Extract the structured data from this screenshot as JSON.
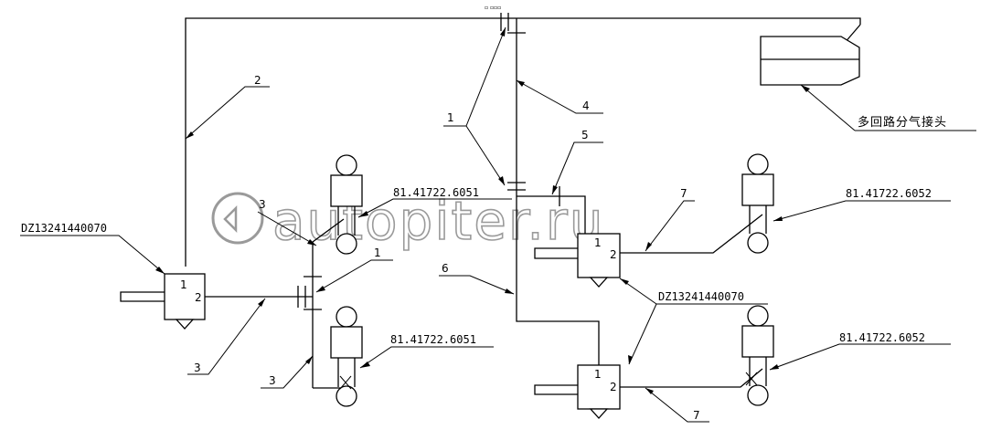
{
  "watermark": "autopiter.ru",
  "manifold_label": "多回路分气接头",
  "top_marks": "▫ ▫▫▫",
  "valves": {
    "left": {
      "code": "DZ13241440070",
      "port1": "1",
      "port2": "2"
    },
    "right_top": {
      "port1": "1",
      "port2": "2"
    },
    "right_bottom": {
      "code": "DZ13241440070",
      "port1": "1",
      "port2": "2"
    }
  },
  "chambers": {
    "left_top": {
      "code": "81.41722.6051"
    },
    "left_bottom": {
      "code": "81.41722.6051"
    },
    "right_top": {
      "code": "81.41722.6052"
    },
    "right_bottom": {
      "code": "81.41722.6052"
    }
  },
  "callouts": {
    "c1_top": "1",
    "c1_mid": "1",
    "c2": "2",
    "c3_top": "3",
    "c3_bottom_left": "3",
    "c3_bottom": "3",
    "c4": "4",
    "c5": "5",
    "c6": "6",
    "c7_top": "7",
    "c7_bottom": "7"
  },
  "colors": {
    "line": "#000000",
    "watermark": "#9a9a9a",
    "background": "#ffffff"
  }
}
